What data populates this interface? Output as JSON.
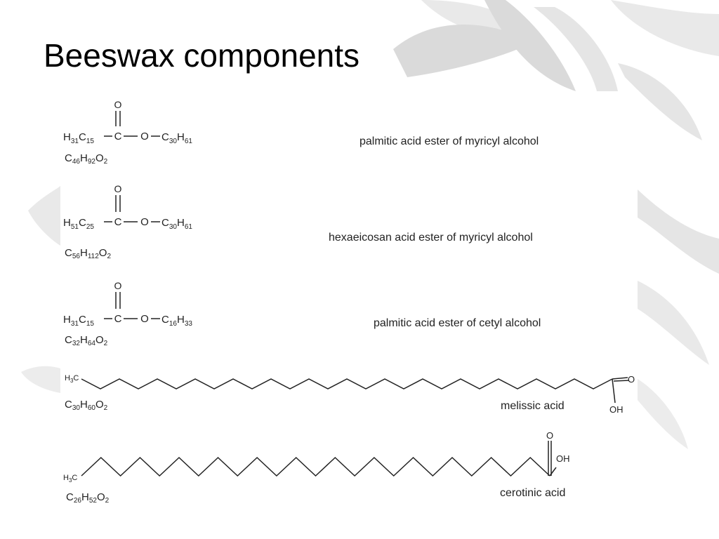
{
  "slide": {
    "title": "Beeswax components"
  },
  "compounds": [
    {
      "name": "palmitic acid ester of myricyl alcohol",
      "structure": {
        "left": [
          "H",
          "31",
          "C",
          "15"
        ],
        "carbonyl_o": "O",
        "carbon": "C",
        "ester_o": "O",
        "right": [
          "C",
          "30",
          "H",
          "61"
        ]
      },
      "formula": [
        "C",
        "46",
        "H",
        "92",
        "O",
        "2"
      ]
    },
    {
      "name": "hexaeicosan acid ester of myricyl alcohol",
      "structure": {
        "left": [
          "H",
          "51",
          "C",
          "25"
        ],
        "carbonyl_o": "O",
        "carbon": "C",
        "ester_o": "O",
        "right": [
          "C",
          "30",
          "H",
          "61"
        ]
      },
      "formula": [
        "C",
        "56",
        "H",
        "112",
        "O",
        "2"
      ]
    },
    {
      "name": "palmitic acid ester of cetyl alcohol",
      "structure": {
        "left": [
          "H",
          "31",
          "C",
          "15"
        ],
        "carbonyl_o": "O",
        "carbon": "C",
        "ester_o": "O",
        "right": [
          "C",
          "16",
          "H",
          "33"
        ]
      },
      "formula": [
        "C",
        "32",
        "H",
        "64",
        "O",
        "2"
      ]
    },
    {
      "name": "melissic acid",
      "chain": {
        "methyl": [
          "H",
          "3",
          "C"
        ],
        "segments": 28,
        "carbonyl_o": "O",
        "hydroxyl": "OH"
      },
      "formula": [
        "C",
        "30",
        "H",
        "60",
        "O",
        "2"
      ]
    },
    {
      "name": "cerotinic acid",
      "chain": {
        "methyl": [
          "H",
          "3",
          "C"
        ],
        "segments": 24,
        "carbonyl_o": "O",
        "hydroxyl": "OH"
      },
      "formula": [
        "C",
        "26",
        "H",
        "52",
        "O",
        "2"
      ]
    }
  ],
  "colors": {
    "watermark": "#cfcfcf",
    "text": "#222222",
    "title": "#000000"
  }
}
